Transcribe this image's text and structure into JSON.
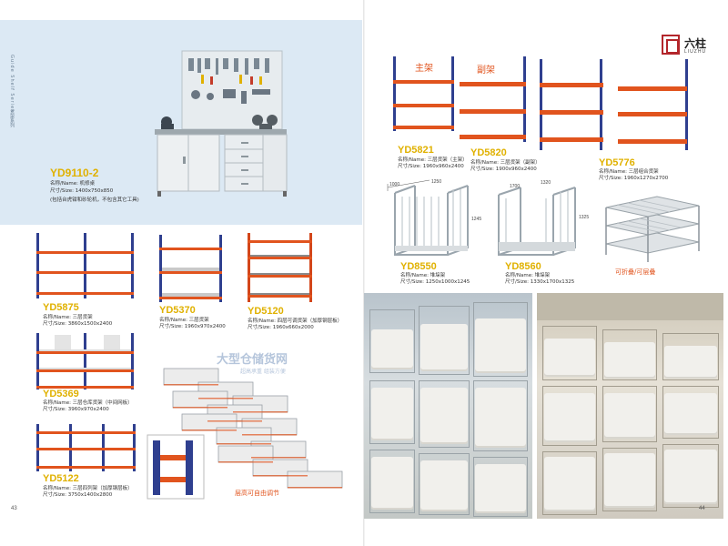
{
  "left_page": {
    "side_label_en": "Guide Shelf Series",
    "side_label_cn": "货架系列",
    "page_number": "43",
    "hero": {
      "model": "YD9110-2",
      "name": "名称/Name: 机修桌",
      "size": "尺寸/Size: 1400x750x850",
      "note": "(包括台虎钳和砂轮机，不包含其它工具)"
    },
    "products": [
      {
        "model": "YD5875",
        "name": "名称/Name: 三层货架",
        "size": "尺寸/Size: 3860x1500x2400"
      },
      {
        "model": "YD5370",
        "name": "名称/Name: 三层货架",
        "size": "尺寸/Size: 1960x970x2400"
      },
      {
        "model": "YD5120",
        "name": "名称/Name: 四层可调货架（加厚钢层板）",
        "size": "尺寸/Size: 1960x660x2000"
      },
      {
        "model": "YD5369",
        "name": "名称/Name: 三层仓库货架（中间网板）",
        "size": "尺寸/Size: 3960x970x2400"
      },
      {
        "model": "YD5122",
        "name": "名称/Name: 三层四列架（加厚钢层板）",
        "size": "尺寸/Size: 3750x1400x2800"
      }
    ],
    "watermark_main": "大型仓储货网",
    "watermark_sub": "超高承重   组装方便",
    "layout_caption": "层高可自由调节"
  },
  "right_page": {
    "page_number": "44",
    "logo_cn": "六柱",
    "logo_en": "LIUZHU",
    "label_main": "主架",
    "label_sub": "副架",
    "products": [
      {
        "model": "YD5821",
        "name": "名称/Name: 三层货架（主架）",
        "size": "尺寸/Size: 1960x960x2400"
      },
      {
        "model": "YD5820",
        "name": "名称/Name: 三层货架（副架）",
        "size": "尺寸/Size: 1900x960x2400"
      },
      {
        "model": "YD5776",
        "name": "名称/Name: 三层组合货架",
        "size": "尺寸/Size: 1960x1270x2700"
      },
      {
        "model": "YD8550",
        "name": "名称/Name: 堆垛架",
        "size": "尺寸/Size: 1250x1000x1245"
      },
      {
        "model": "YD8560",
        "name": "名称/Name: 堆垛架",
        "size": "尺寸/Size: 1330x1700x1325"
      }
    ],
    "dims_8550": {
      "w": "1000",
      "d": "1250",
      "h": "1245"
    },
    "dims_8560": {
      "w": "1700",
      "d": "1320",
      "h": "1325"
    },
    "stack_caption": "可折叠/可层叠"
  },
  "colors": {
    "model_yellow": "#e0b100",
    "rack_blue": "#2f3f8f",
    "beam_orange": "#e1541e",
    "band_blue": "#dce9f4",
    "logo_red": "#b3262b"
  }
}
